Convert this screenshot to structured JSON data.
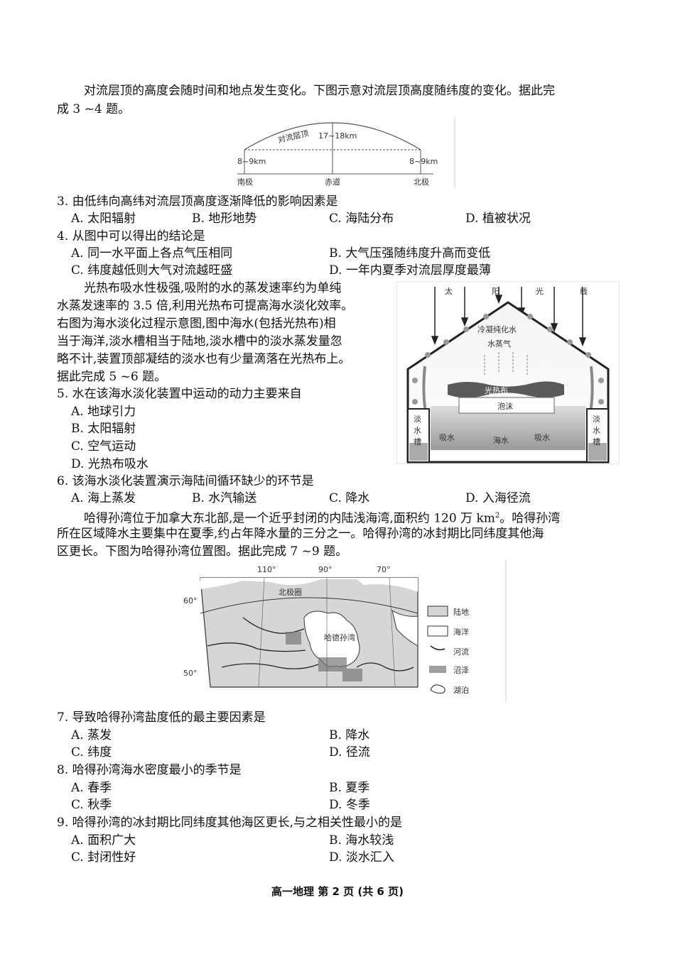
{
  "intro1": {
    "line1": "对流层顶的高度会随时间和地点发生变化。下图示意对流层顶高度随纬度的变化。据此完",
    "line2": "成 3 ~4 题。"
  },
  "fig1": {
    "curve_label": "对流层顶",
    "equator_height": "17~18km",
    "pole_height_left": "8~9km",
    "pole_height_right": "8~9km",
    "south_pole": "南极",
    "equator": "赤道",
    "north_pole": "北极"
  },
  "q3": {
    "stem": "3. 由低纬向高纬对流层顶高度逐渐降低的影响因素是",
    "a": "A. 太阳辐射",
    "b": "B. 地形地势",
    "c": "C. 海陆分布",
    "d": "D. 植被状况"
  },
  "q4": {
    "stem": "4. 从图中可以得出的结论是",
    "a": "A. 同一水平面上各点气压相同",
    "b": "B. 大气压强随纬度升高而变低",
    "c": "C. 纬度越低则大气对流越旺盛",
    "d": "D. 一年内夏季对流层厚度最薄"
  },
  "intro2": {
    "lines": [
      "光热布吸水性极强,吸附的水的蒸发速率约为单纯",
      "水蒸发速率的 3.5 倍,利用光热布可提高海水淡化效率。",
      "右图为海水淡化过程示意图,图中海水(包括光热布)相",
      "当于海洋,淡水槽相当于陆地,淡水槽中的淡水蒸发量忽",
      "略不计,装置顶部凝结的淡水也有少量滴落在光热布上。",
      "据此完成 5 ~6 题。"
    ]
  },
  "fig2": {
    "sun_1": "太",
    "sun_2": "阳",
    "sun_3": "光",
    "sun_4": "线",
    "condensed": "冷凝纯化水",
    "vapor": "水蒸气",
    "cloth": "光热布",
    "foam": "泡沫",
    "seawater": "海水",
    "absorb_left": "吸水",
    "absorb_right": "吸水",
    "tank_left": [
      "淡",
      "水",
      "槽"
    ],
    "tank_right": [
      "淡",
      "水",
      "槽"
    ]
  },
  "q5": {
    "stem": "5. 水在该海水淡化装置中运动的动力主要来自",
    "a": "A. 地球引力",
    "b": "B. 太阳辐射",
    "c": "C. 空气运动",
    "d": "D. 光热布吸水"
  },
  "q6": {
    "stem": "6. 该海水淡化装置演示海陆间循环缺少的环节是",
    "a": "A. 海上蒸发",
    "b": "B. 水汽输送",
    "c": "C. 降水",
    "d": "D. 入海径流"
  },
  "intro3": {
    "line1a": "哈得孙湾位于加拿大东北部,是一个近乎封闭的内陆浅海湾,面积约 120 万 km",
    "line1_sup": "2",
    "line1b": "。哈得孙湾",
    "line2": "所在区域降水主要集中在夏季,约占年降水量的三分之一。哈得孙湾的冰封期比同纬度其他海",
    "line3": "区更长。下图为哈得孙湾位置图。据此完成 7 ~9 题。"
  },
  "fig3": {
    "lon_110": "110°",
    "lon_90": "90°",
    "lon_70": "70°",
    "lat_60": "60°",
    "lat_50": "50°",
    "arctic_circle": "北极圈",
    "bay_label": "哈德孙湾",
    "legend": [
      "陆地",
      "海洋",
      "河流",
      "沼泽",
      "湖泊"
    ]
  },
  "q7": {
    "stem": "7. 导致哈得孙湾盐度低的最主要因素是",
    "a": "A. 蒸发",
    "b": "B. 降水",
    "c": "C. 纬度",
    "d": "D. 径流"
  },
  "q8": {
    "stem": "8. 哈得孙湾海水密度最小的季节是",
    "a": "A. 春季",
    "b": "B. 夏季",
    "c": "C. 秋季",
    "d": "D. 冬季"
  },
  "q9": {
    "stem": "9. 哈得孙湾的冰封期比同纬度其他海区更长,与之相关性最小的是",
    "a": "A. 面积广大",
    "b": "B. 海水较浅",
    "c": "C. 封闭性好",
    "d": "D. 淡水汇入"
  },
  "footer": "高一地理 第 2 页 (共 6 页)"
}
